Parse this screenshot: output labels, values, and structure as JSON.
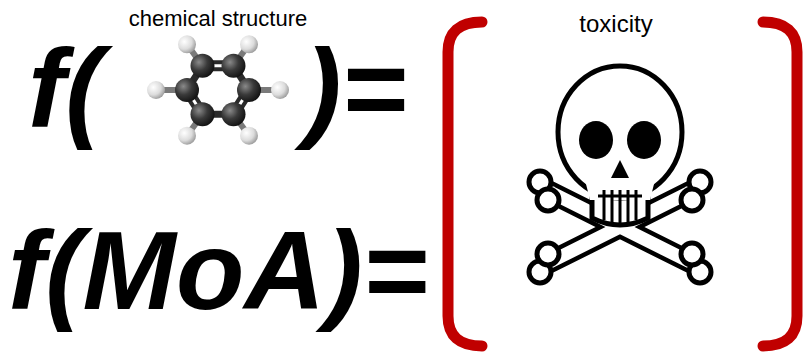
{
  "diagram": {
    "labels": [
      "chemical structure",
      "f(",
      ")=",
      "toxicity",
      "f(MoA)="
    ]
  }
}
